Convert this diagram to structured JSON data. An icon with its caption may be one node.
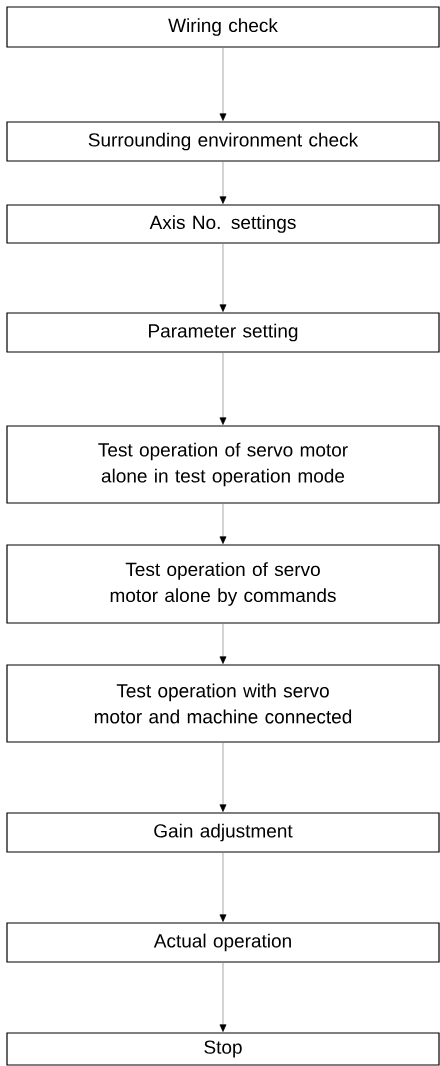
{
  "diagram": {
    "nodes": [
      {
        "text": [
          "Wiring check"
        ]
      },
      {
        "text": [
          "Surrounding environment check"
        ]
      },
      {
        "text": [
          "Axis No. settings"
        ]
      },
      {
        "text": [
          "Parameter setting"
        ]
      },
      {
        "text": [
          "Test operation of servo motor alone in test operation mode"
        ]
      },
      {
        "text": [
          "Test operation of servo motor alone by commands"
        ]
      },
      {
        "text": [
          "Test operation with servo motor and machine connected"
        ]
      },
      {
        "text": [
          "Gain adjustment"
        ]
      },
      {
        "text": [
          "Actual operation"
        ]
      },
      {
        "text": [
          "Stop"
        ]
      }
    ],
    "edges": [
      {
        "from": 0,
        "to": 1,
        "arrow": "to"
      },
      {
        "from": 1,
        "to": 2,
        "arrow": "to"
      },
      {
        "from": 2,
        "to": 3,
        "arrow": "to"
      },
      {
        "from": 3,
        "to": 4,
        "arrow": "to"
      },
      {
        "from": 4,
        "to": 5,
        "arrow": "to"
      },
      {
        "from": 5,
        "to": 6,
        "arrow": "to"
      },
      {
        "from": 6,
        "to": 7,
        "arrow": "to"
      },
      {
        "from": 7,
        "to": 8,
        "arrow": "to"
      },
      {
        "from": 8,
        "to": 9,
        "arrow": "to"
      }
    ]
  }
}
